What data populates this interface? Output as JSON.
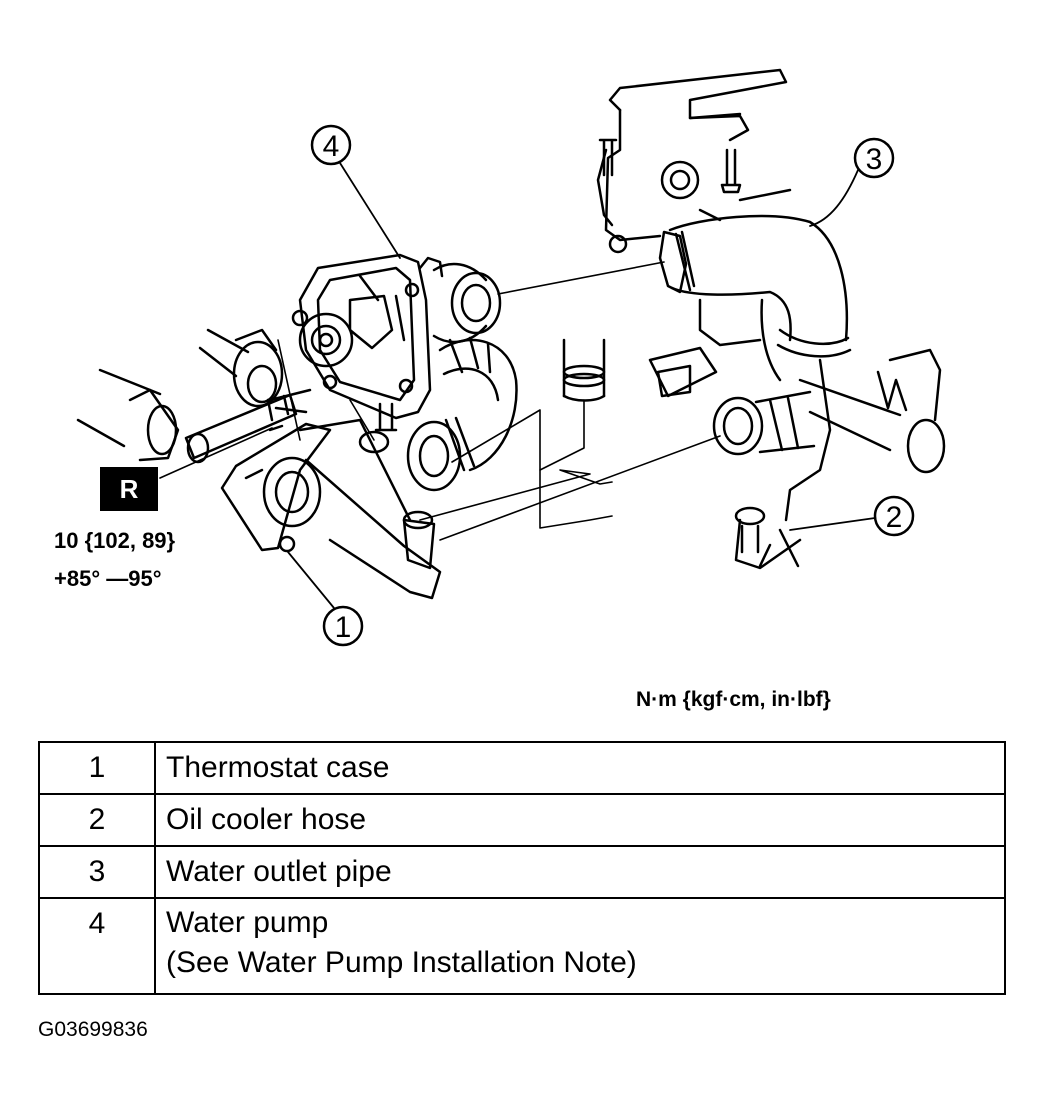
{
  "torque": {
    "badge": "R",
    "line1": "10 {102, 89}",
    "line2": "+85° —95°"
  },
  "units_label": "N·m {kgf·cm, in·lbf}",
  "callouts": [
    "1",
    "2",
    "3",
    "4"
  ],
  "legend": [
    {
      "num": "1",
      "desc": "Thermostat case"
    },
    {
      "num": "2",
      "desc": "Oil cooler hose"
    },
    {
      "num": "3",
      "desc": "Water outlet pipe"
    },
    {
      "num": "4",
      "desc": "Water pump",
      "desc2": "(See Water Pump Installation Note)"
    }
  ],
  "figure_code": "G03699836"
}
